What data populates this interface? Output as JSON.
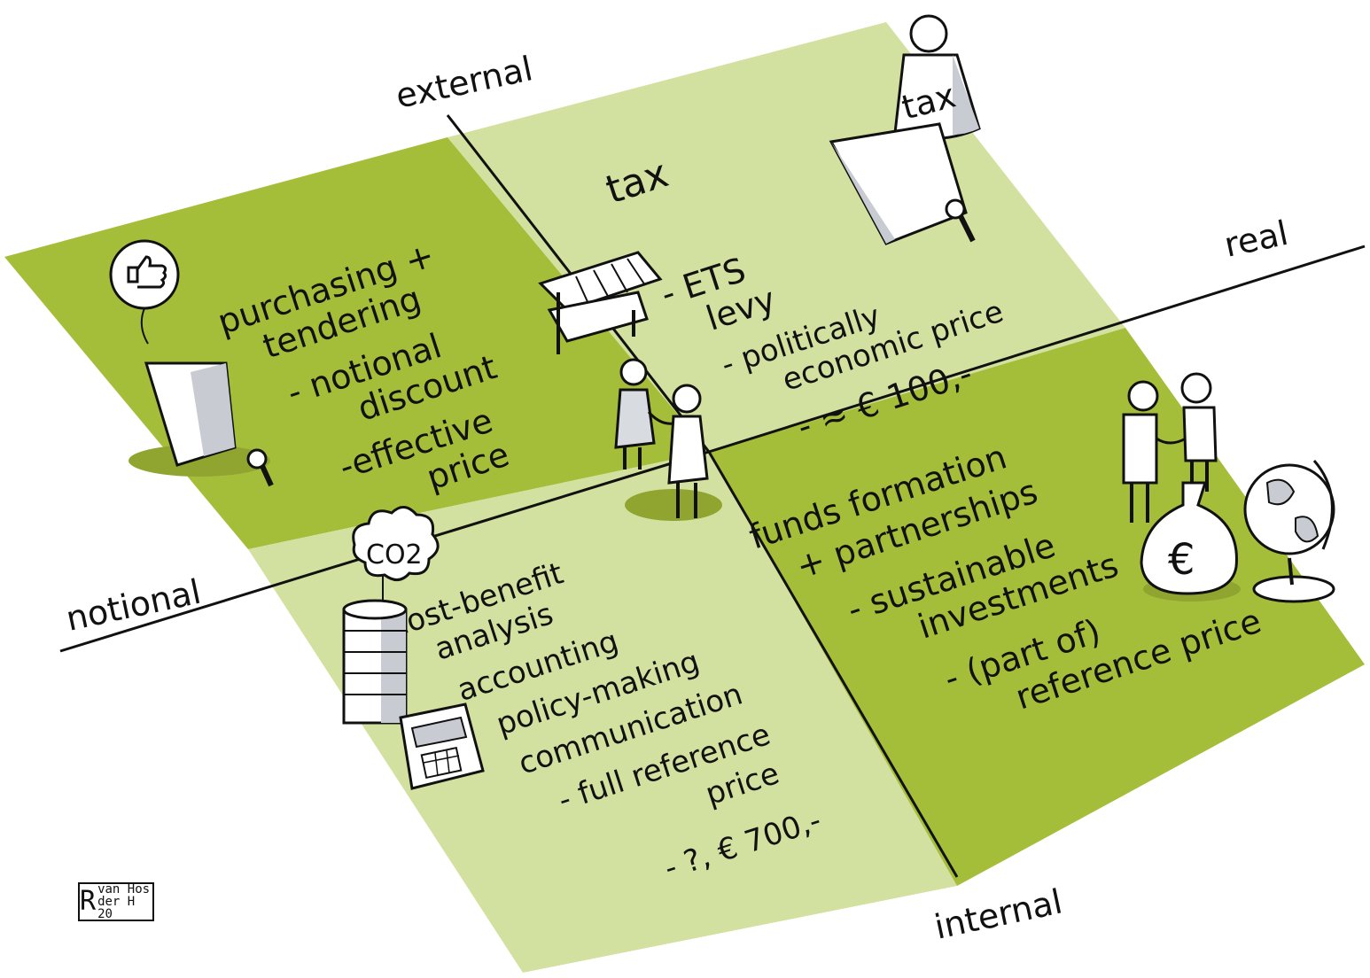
{
  "axes": {
    "top": "external",
    "bottom": "internal",
    "left": "notional",
    "right": "real"
  },
  "quadrants": {
    "top_left": {
      "lines": [
        "purchasing +",
        "tendering",
        "- notional",
        "discount",
        "-effective",
        "price"
      ]
    },
    "top_right": {
      "title": "tax",
      "lines": [
        "- ETS",
        "levy",
        "- politically",
        "economic price",
        "- ≈ € 100,-"
      ]
    },
    "bottom_left": {
      "lines": [
        "cost-benefit",
        "analysis",
        "accounting",
        "policy-making",
        "communication",
        "- full reference",
        "price",
        "- ?, € 700,-"
      ]
    },
    "bottom_right": {
      "lines": [
        "funds formation",
        "+ partnerships",
        "- sustainable",
        "investments",
        "- (part of)",
        "reference price"
      ]
    }
  },
  "icons": {
    "weight_label": "tax",
    "co2_label": "CO2",
    "money_bag_symbol": "€"
  },
  "signature": {
    "initial": "R",
    "line1": "van Hos",
    "line2": "der H 20"
  },
  "colors": {
    "dark_green": "#a5be3a",
    "light_green": "#d3e1a0",
    "ink": "#111111",
    "shadow": "#c8ccd2"
  }
}
